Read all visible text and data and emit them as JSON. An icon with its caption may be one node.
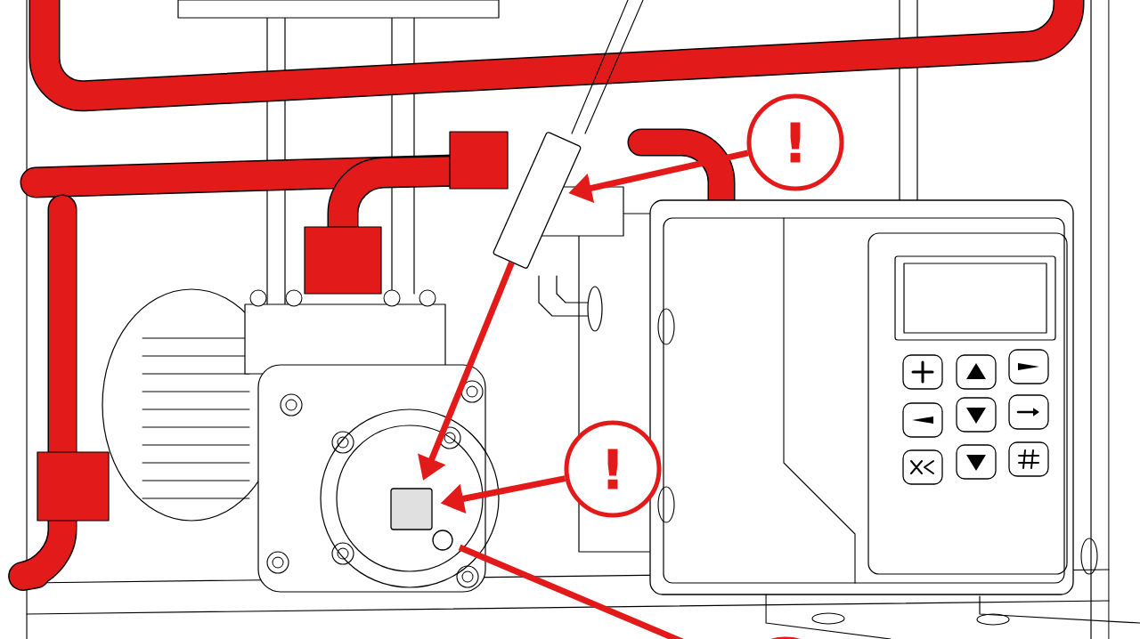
{
  "diagram": {
    "nodes": [
      {
        "text": [
          "!"
        ]
      },
      {
        "text": [
          "!"
        ]
      },
      {
        "text": [],
        "shape": "picture"
      },
      {
        "text": [],
        "shape": "box"
      },
      {
        "text": [],
        "shape": "circle"
      },
      {
        "text": [],
        "shape": "circle"
      }
    ],
    "edges": [
      {
        "from": 0,
        "to": 2,
        "arrow": "to"
      },
      {
        "from": 1,
        "to": 3,
        "arrow": "to"
      },
      {
        "from": 2,
        "to": 3,
        "arrow": "to"
      },
      {
        "from": 4,
        "to": 5,
        "arrow": "none"
      }
    ]
  }
}
